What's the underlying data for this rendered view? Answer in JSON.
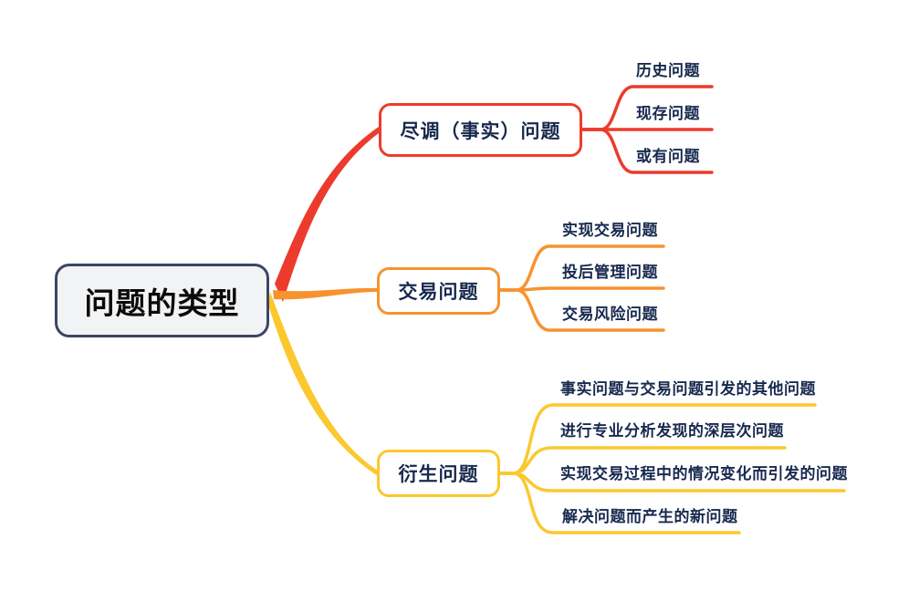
{
  "colors": {
    "red": "#EC3B2D",
    "orange": "#F6932F",
    "yellow": "#FBC82D",
    "topic_text": "#17294E",
    "root_border": "#3C4566",
    "root_bg": "#F2F3F5",
    "root_text": "#0B0B0B",
    "canvas_bg": "#FFFFFF"
  },
  "root": {
    "label": "问题的类型"
  },
  "branches": [
    {
      "label": "尽调（事实）问题",
      "color": "#EC3B2D",
      "children": [
        {
          "label": "历史问题"
        },
        {
          "label": "现存问题"
        },
        {
          "label": "或有问题"
        }
      ]
    },
    {
      "label": "交易问题",
      "color": "#F6932F",
      "children": [
        {
          "label": "实现交易问题"
        },
        {
          "label": "投后管理问题"
        },
        {
          "label": "交易风险问题"
        }
      ]
    },
    {
      "label": "衍生问题",
      "color": "#FBC82D",
      "children": [
        {
          "label": "事实问题与交易问题引发的其他问题"
        },
        {
          "label": "进行专业分析发现的深层次问题"
        },
        {
          "label": "实现交易过程中的情况变化而引发的问题"
        },
        {
          "label": "解决问题而产生的新问题"
        }
      ]
    }
  ]
}
